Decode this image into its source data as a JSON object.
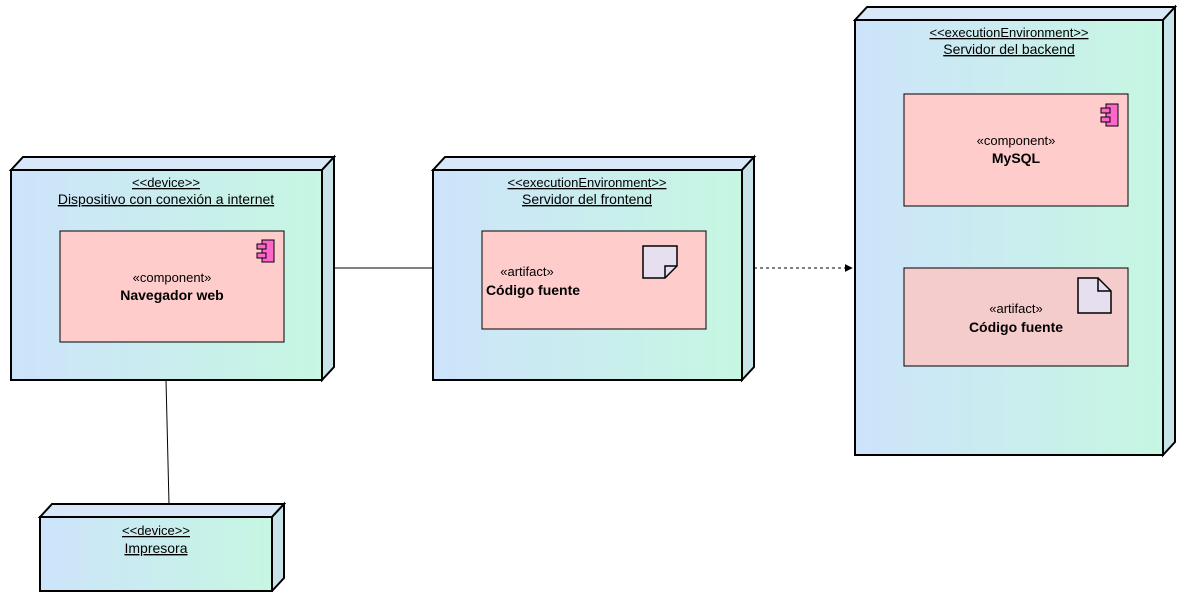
{
  "colors": {
    "node_gradient_start": "#cde3fb",
    "node_gradient_end": "#c6f7e2",
    "component_fill": "#ffcccc",
    "component_icon_fill": "#ff66cc",
    "artifact_icon_fill": "#e6dff0"
  },
  "nodes": {
    "device": {
      "stereotype": "<<device>>",
      "name": "Dispositivo con conexión a internet",
      "component_stereotype": "«component»",
      "component_name": "Navegador web"
    },
    "frontend": {
      "stereotype": "<<executionEnvironment>>",
      "name": "Servidor del frontend",
      "artifact_stereotype": "«artifact»",
      "artifact_name": "Código fuente"
    },
    "backend": {
      "stereotype": "<<executionEnvironment>>",
      "name": "Servidor del backend",
      "component_stereotype": "«component»",
      "component_name": "MySQL",
      "artifact_stereotype": "«artifact»",
      "artifact_name": "Código fuente"
    },
    "printer": {
      "stereotype": "<<device>>",
      "name": "Impresora"
    }
  }
}
